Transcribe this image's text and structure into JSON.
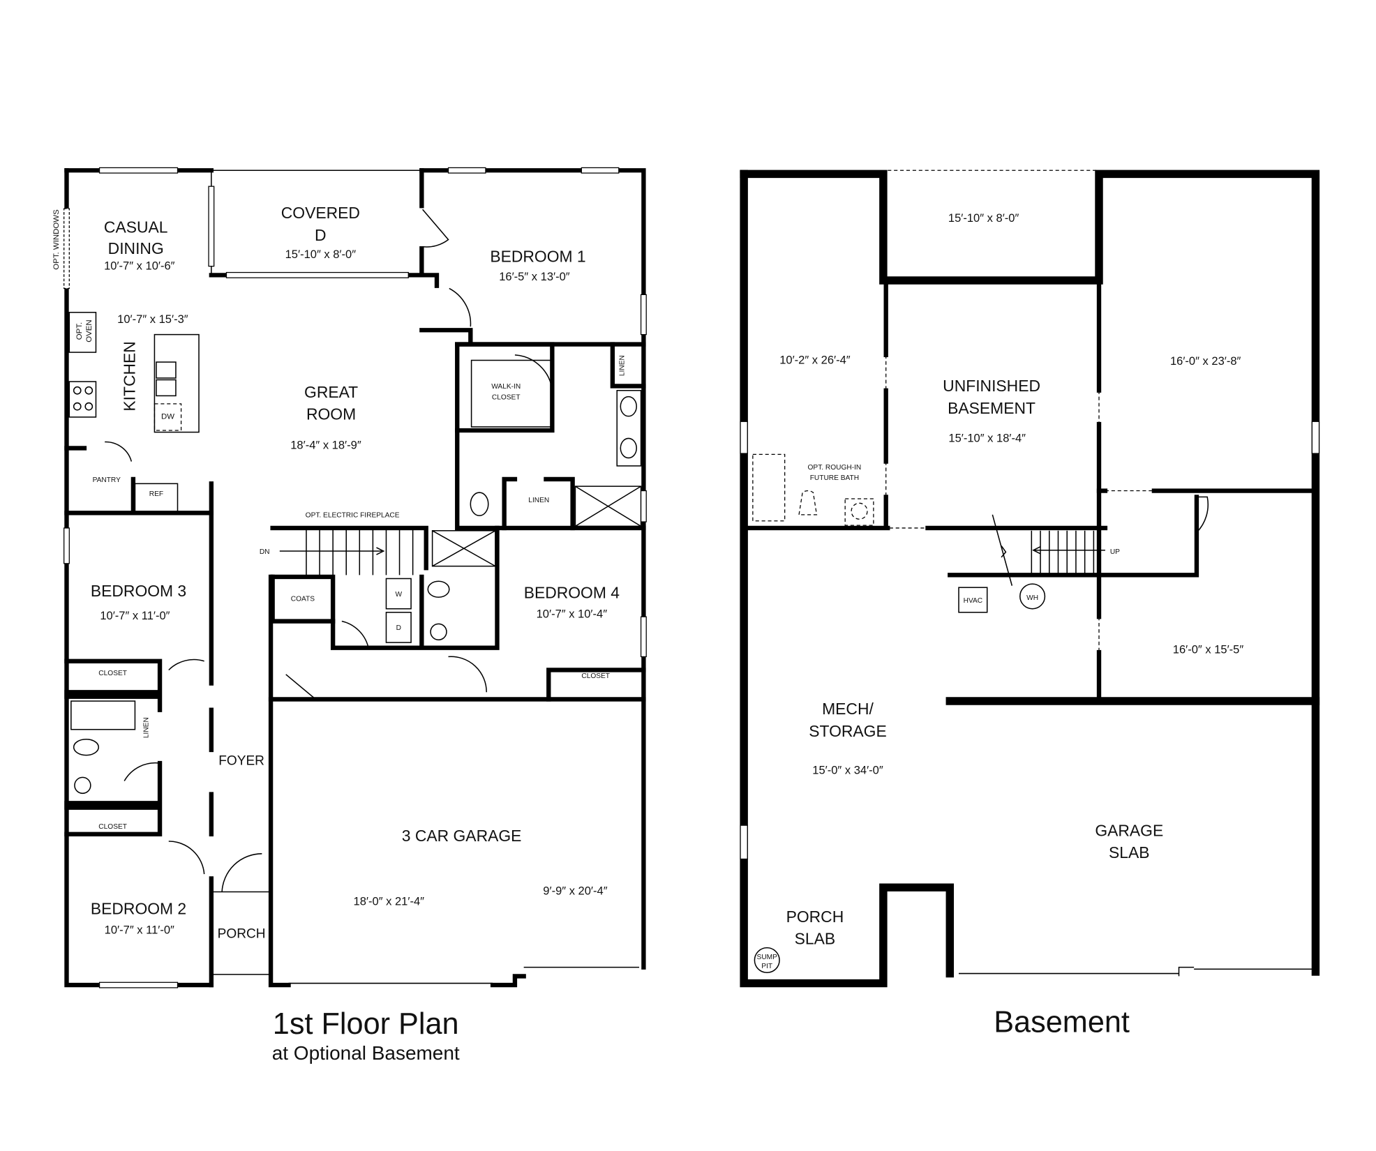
{
  "first_floor": {
    "title": "1st Floor Plan",
    "subtitle": "at Optional Basement",
    "rooms": {
      "casual_dining": {
        "name1": "CASUAL",
        "name2": "DINING",
        "dim": "10′-7″ x 10′-6″"
      },
      "covered": {
        "name1": "COVERED",
        "name2": "D",
        "dim": "15′-10″ x 8′-0″"
      },
      "bedroom1": {
        "name": "BEDROOM 1",
        "dim": "16′-5″ x 13′-0″"
      },
      "kitchen": {
        "name": "KITCHEN",
        "dim": "10′-7″ x 15′-3″"
      },
      "great_room": {
        "name1": "GREAT",
        "name2": "ROOM",
        "dim": "18′-4″ x 18′-9″"
      },
      "bedroom3": {
        "name": "BEDROOM 3",
        "dim": "10′-7″ x 11′-0″"
      },
      "bedroom4": {
        "name": "BEDROOM 4",
        "dim": "10′-7″ x 10′-4″"
      },
      "bedroom2": {
        "name": "BEDROOM 2",
        "dim": "10′-7″ x 11′-0″"
      },
      "foyer": {
        "name": "FOYER"
      },
      "porch": {
        "name": "PORCH"
      },
      "garage": {
        "name": "3 CAR GARAGE",
        "dim1": "18′-0″ x 21′-4″",
        "dim2": "9′-9″ x 20′-4″"
      }
    },
    "labels": {
      "opt_windows": "OPT. WINDOWS",
      "opt_oven1": "OPT.",
      "opt_oven2": "OVEN",
      "dw": "DW",
      "walk_in1": "WALK-IN",
      "walk_in2": "CLOSET",
      "linen": "LINEN",
      "pantry": "PANTRY",
      "ref": "REF",
      "fireplace": "OPT. ELECTRIC FIREPLACE",
      "dn": "DN",
      "closet": "CLOSET",
      "coats": "COATS",
      "washer": "W",
      "dryer": "D"
    }
  },
  "basement": {
    "title": "Basement",
    "rooms": {
      "top_room": {
        "dim": "15′-10″ x 8′-0″"
      },
      "left_room": {
        "dim": "10′-2″ x 26′-4″"
      },
      "unfinished": {
        "name1": "UNFINISHED",
        "name2": "BASEMENT",
        "dim": "15′-10″ x 18′-4″"
      },
      "right_upper": {
        "dim": "16′-0″ x 23′-8″"
      },
      "right_lower": {
        "dim": "16′-0″ x 15′-5″"
      },
      "mech": {
        "name1": "MECH/",
        "name2": "STORAGE",
        "dim": "15′-0″ x 34′-0″"
      },
      "garage_slab": {
        "name1": "GARAGE",
        "name2": "SLAB"
      },
      "porch_slab": {
        "name1": "PORCH",
        "name2": "SLAB"
      }
    },
    "labels": {
      "rough_in1": "OPT.  ROUGH-IN",
      "rough_in2": "FUTURE BATH",
      "up": "UP",
      "hvac": "HVAC",
      "wh": "WH",
      "sump1": "SUMP",
      "sump2": "PIT"
    }
  }
}
